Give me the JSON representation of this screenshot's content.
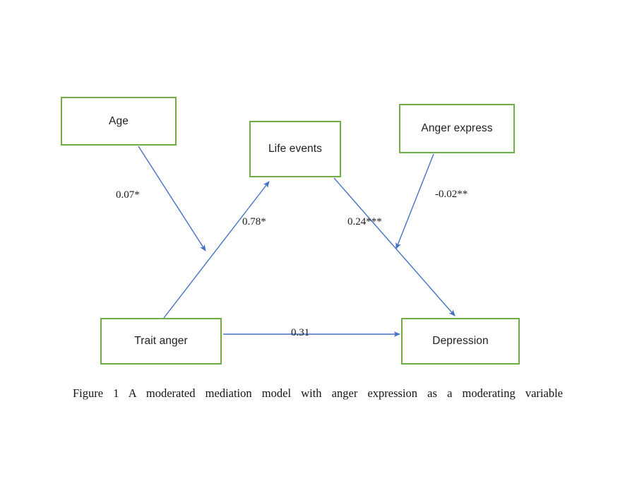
{
  "figure": {
    "caption": "Figure 1 A moderated mediation model with anger expression as a moderating variable",
    "node_border_color": "#70AD47",
    "arrow_color": "#4472C4",
    "background_color": "#FFFFFF"
  },
  "nodes": [
    {
      "id": "age",
      "label": "Age"
    },
    {
      "id": "life",
      "label": "Life events"
    },
    {
      "id": "anger_exp",
      "label": "Anger express"
    },
    {
      "id": "trait",
      "label": "Trait anger"
    },
    {
      "id": "depression",
      "label": "Depression"
    }
  ],
  "paths": [
    {
      "id": "age_trait",
      "from": "age",
      "to": "trait-life-path",
      "label": "0.07*"
    },
    {
      "id": "trait_life",
      "from": "trait",
      "to": "life",
      "label": "0.78*"
    },
    {
      "id": "life_dep",
      "from": "life",
      "to": "depression",
      "label": "0.24***"
    },
    {
      "id": "anger_mod",
      "from": "anger_exp",
      "to": "life-dep-path",
      "label": "-0.02**"
    },
    {
      "id": "trait_dep",
      "from": "trait",
      "to": "depression",
      "label": "0.31"
    }
  ],
  "chart_data": {
    "type": "diagram",
    "title": "A moderated mediation model with anger expression as a moderating variable",
    "diagram_kind": "moderated-mediation-path-model",
    "nodes": [
      "Age",
      "Life events",
      "Anger express",
      "Trait anger",
      "Depression"
    ],
    "edges": [
      {
        "source": "Age",
        "target": "Trait anger → Life events path",
        "coefficient": 0.07,
        "significance": "*",
        "label": "0.07*"
      },
      {
        "source": "Trait anger",
        "target": "Life events",
        "coefficient": 0.78,
        "significance": "*",
        "label": "0.78*"
      },
      {
        "source": "Life events",
        "target": "Depression",
        "coefficient": 0.24,
        "significance": "***",
        "label": "0.24***"
      },
      {
        "source": "Anger express",
        "target": "Life events → Depression path",
        "coefficient": -0.02,
        "significance": "**",
        "label": "-0.02**"
      },
      {
        "source": "Trait anger",
        "target": "Depression",
        "coefficient": 0.31,
        "significance": "",
        "label": "0.31"
      }
    ]
  }
}
